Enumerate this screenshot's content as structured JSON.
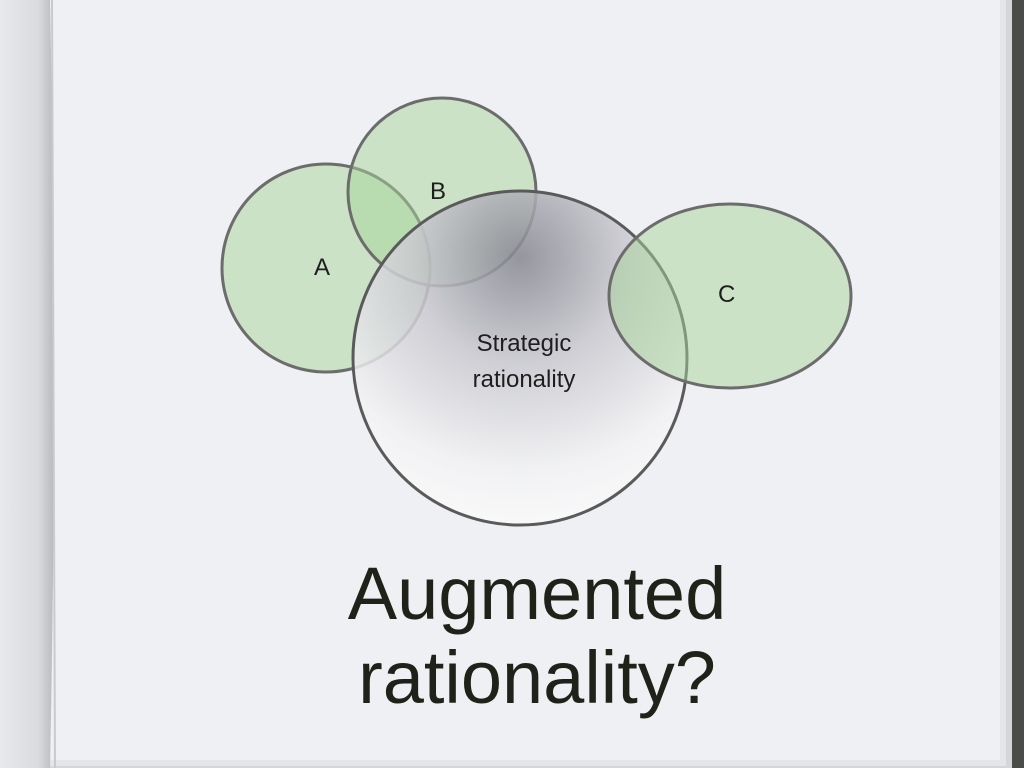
{
  "diagram": {
    "circles": {
      "a": {
        "label": "A"
      },
      "b": {
        "label": "B"
      },
      "c": {
        "label": "C"
      },
      "center": {
        "label_line1": "Strategic",
        "label_line2": "rationality"
      }
    },
    "question": {
      "line1": "Augmented",
      "line2": "rationality?"
    }
  },
  "colors": {
    "page": "#eef0f3",
    "spine": "#dfe1e4",
    "circle_fill": "#a8d49a",
    "circle_stroke": "#6c6c6c",
    "center_stroke": "#5a5a5a",
    "text": "#1f2218"
  }
}
